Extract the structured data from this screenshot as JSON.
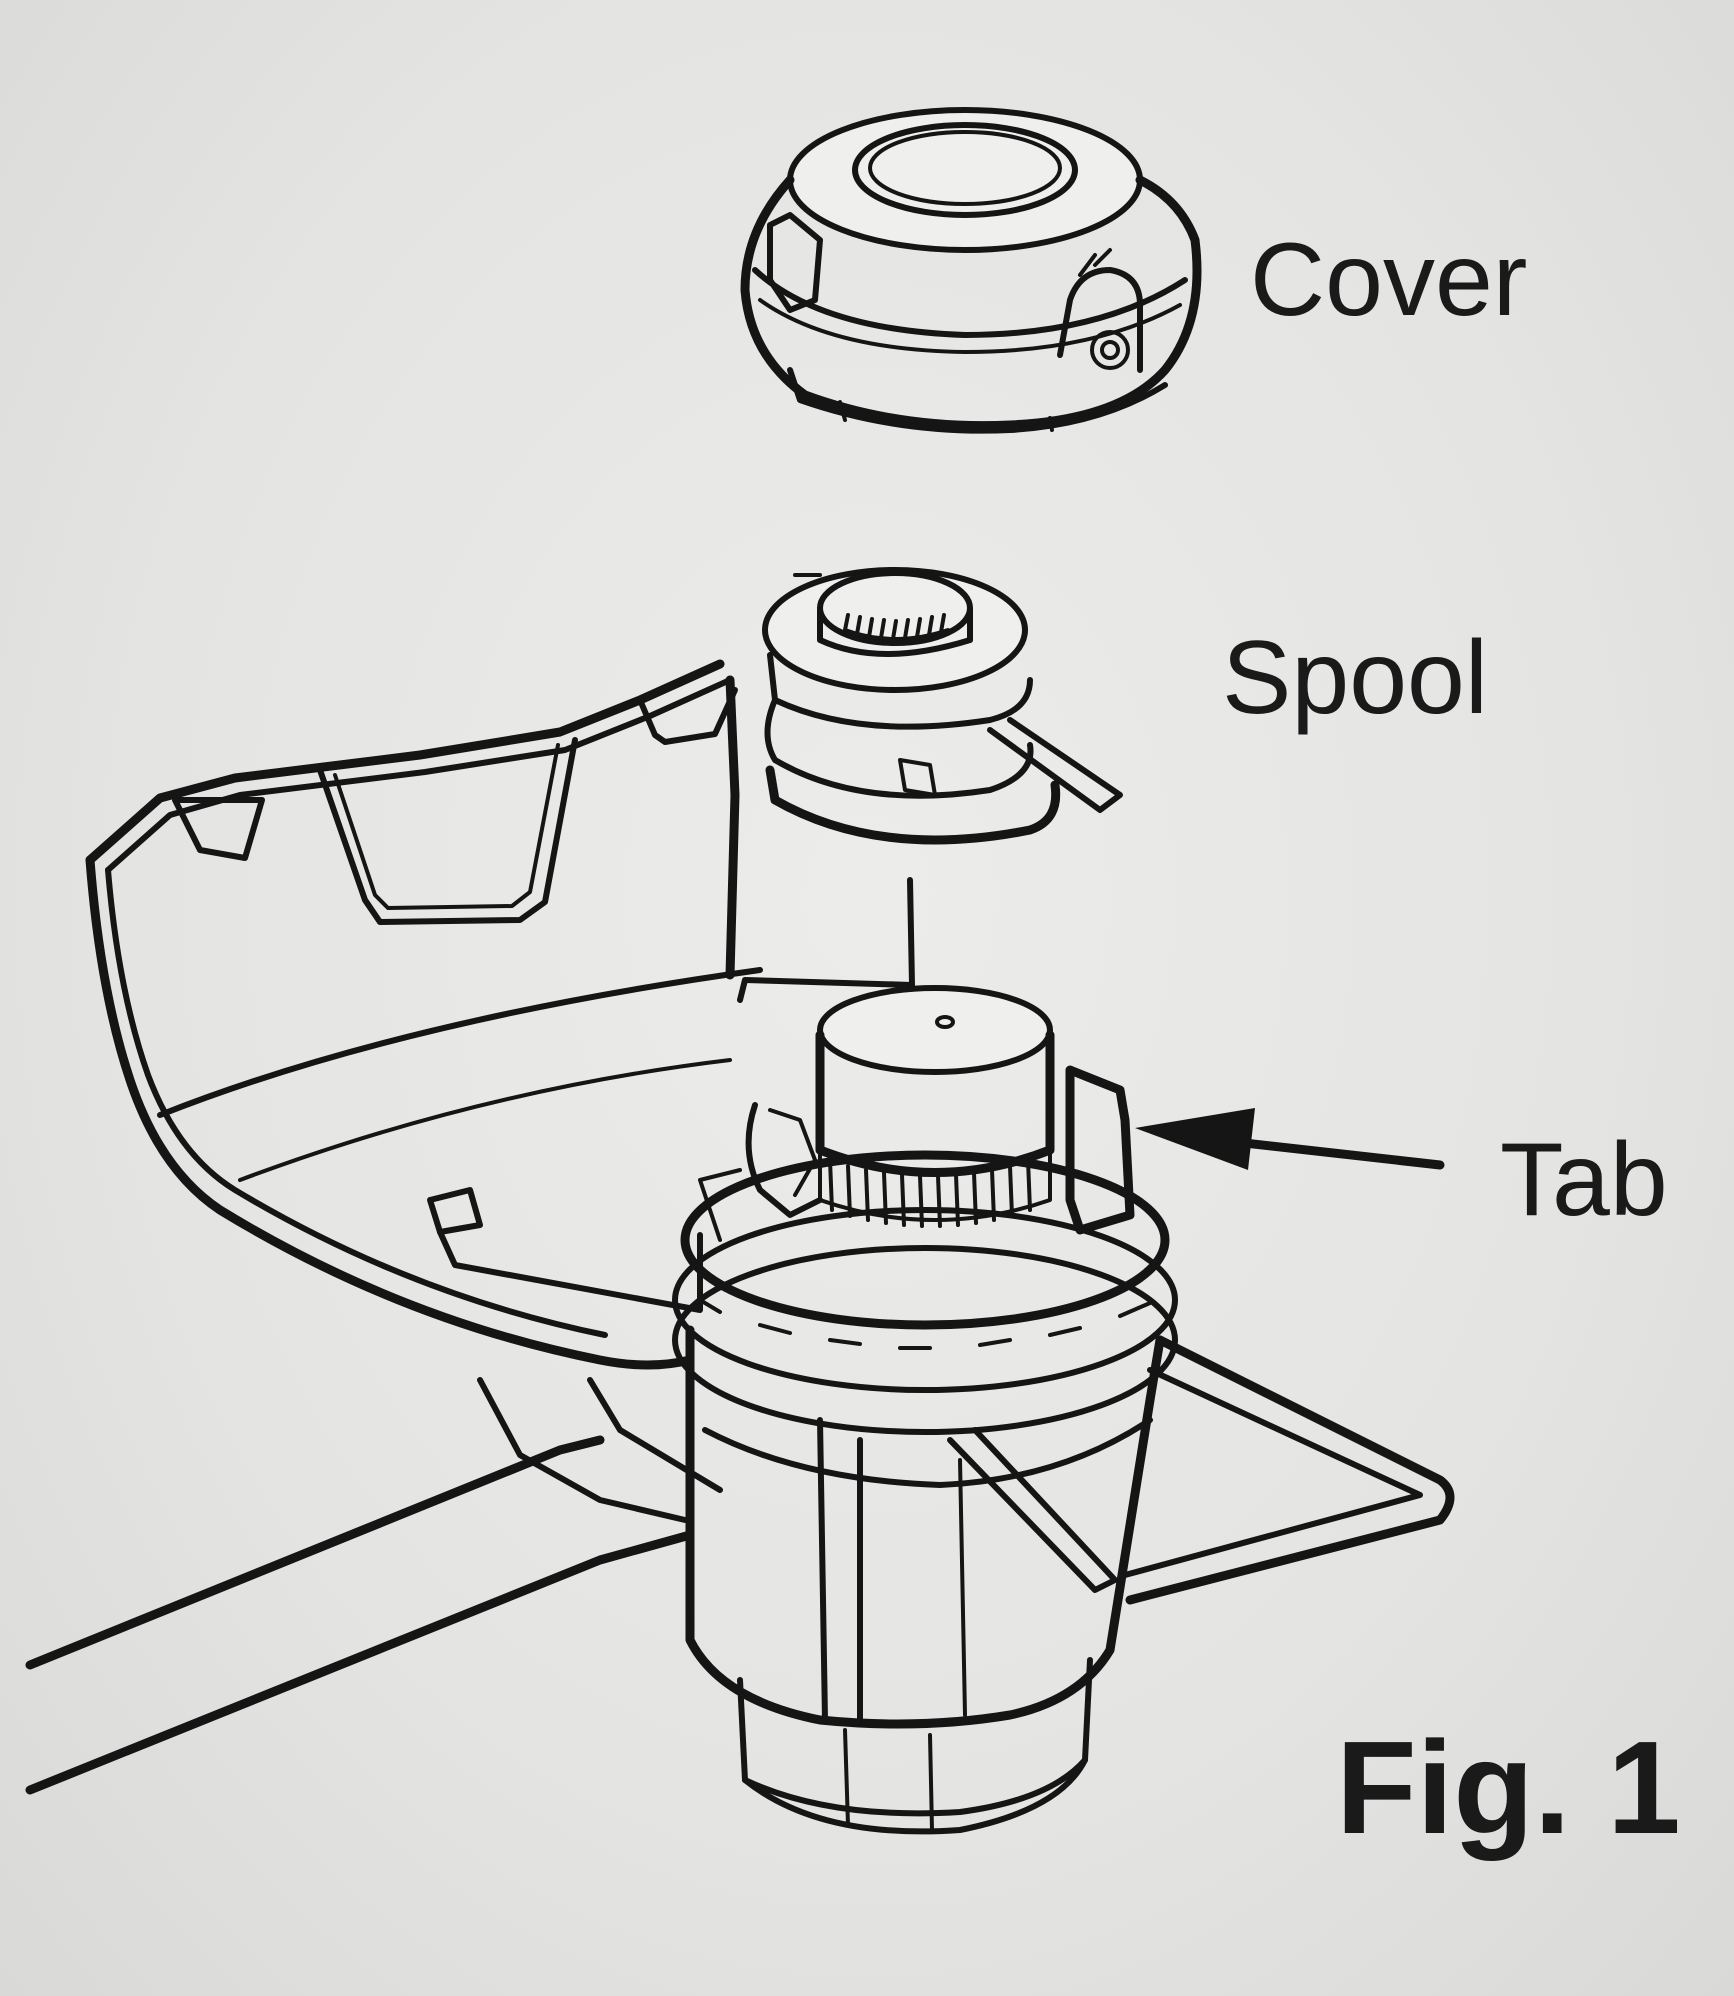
{
  "figure": {
    "labels": {
      "cover": "Cover",
      "spool": "Spool",
      "tab": "Tab",
      "fig": "Fig. 1"
    }
  }
}
